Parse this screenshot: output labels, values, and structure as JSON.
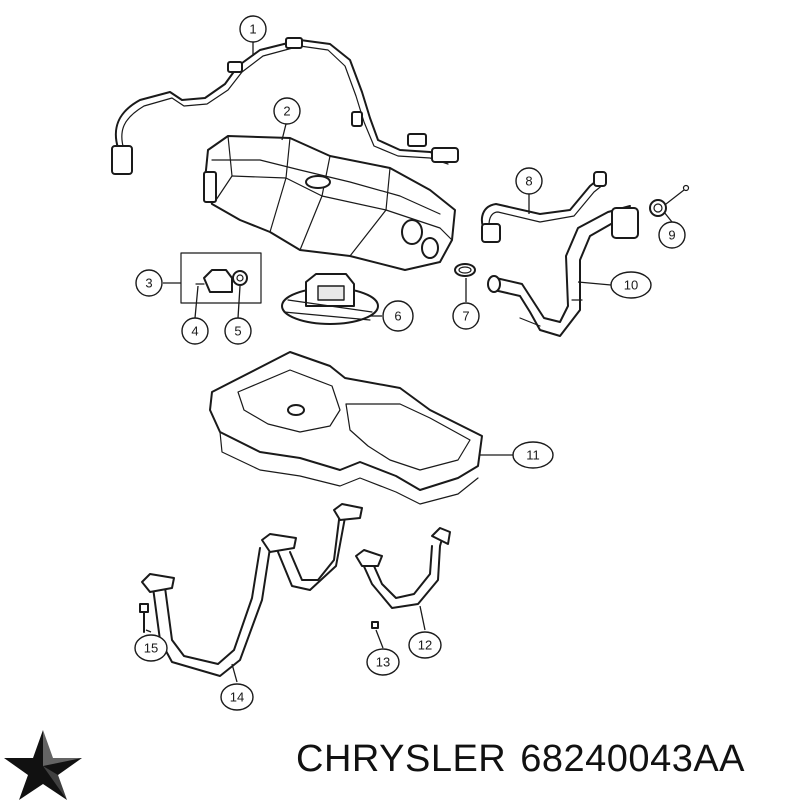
{
  "diagram": {
    "callouts": [
      "1",
      "2",
      "3",
      "4",
      "5",
      "6",
      "7",
      "8",
      "9",
      "10",
      "11",
      "12",
      "13",
      "14",
      "15"
    ]
  },
  "caption": {
    "brand": "CHRYSLER",
    "part_number": "68240043AA"
  },
  "colors": {
    "line": "#1a1a1a",
    "background": "#ffffff",
    "shade": "#e9e9e9"
  },
  "icons": {
    "logo": "pentastar-logo-icon"
  }
}
